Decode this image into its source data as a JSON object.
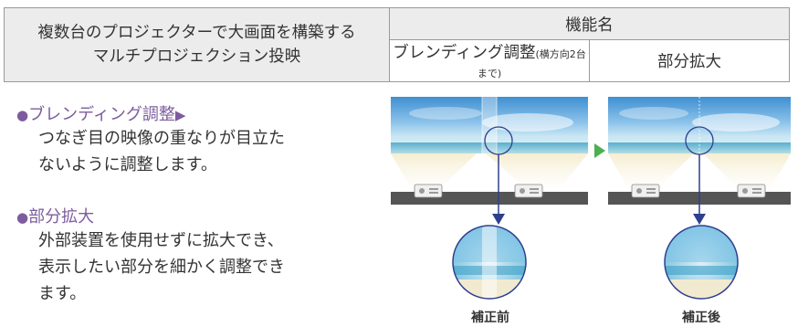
{
  "header": {
    "left_line1": "複数台のプロジェクターで大画面を構築する",
    "left_line2": "マルチプロジェクション投映",
    "function_name": "機能名",
    "blending_label": "ブレンディング調整",
    "blending_note": "(横方向2台まで)",
    "partial_zoom_label": "部分拡大"
  },
  "sections": [
    {
      "bullet": "●",
      "title": "ブレンディング調整",
      "marker": "▶",
      "lines": [
        "つなぎ目の映像の重なりが目立た",
        "ないように調整します。"
      ]
    },
    {
      "bullet": "●",
      "title": "部分拡大",
      "marker": "",
      "lines": [
        "外部装置を使用せずに拡大でき、",
        "表示したい部分を細かく調整でき",
        "ます。"
      ]
    }
  ],
  "captions": {
    "before": "補正前",
    "after": "補正後"
  },
  "colors": {
    "accent_purple": "#7c5c9e",
    "arrow_blue": "#2f3f8f",
    "transition_green": "#4caf50",
    "header_gray": "#ececec",
    "border_gray": "#9a9a9a"
  }
}
